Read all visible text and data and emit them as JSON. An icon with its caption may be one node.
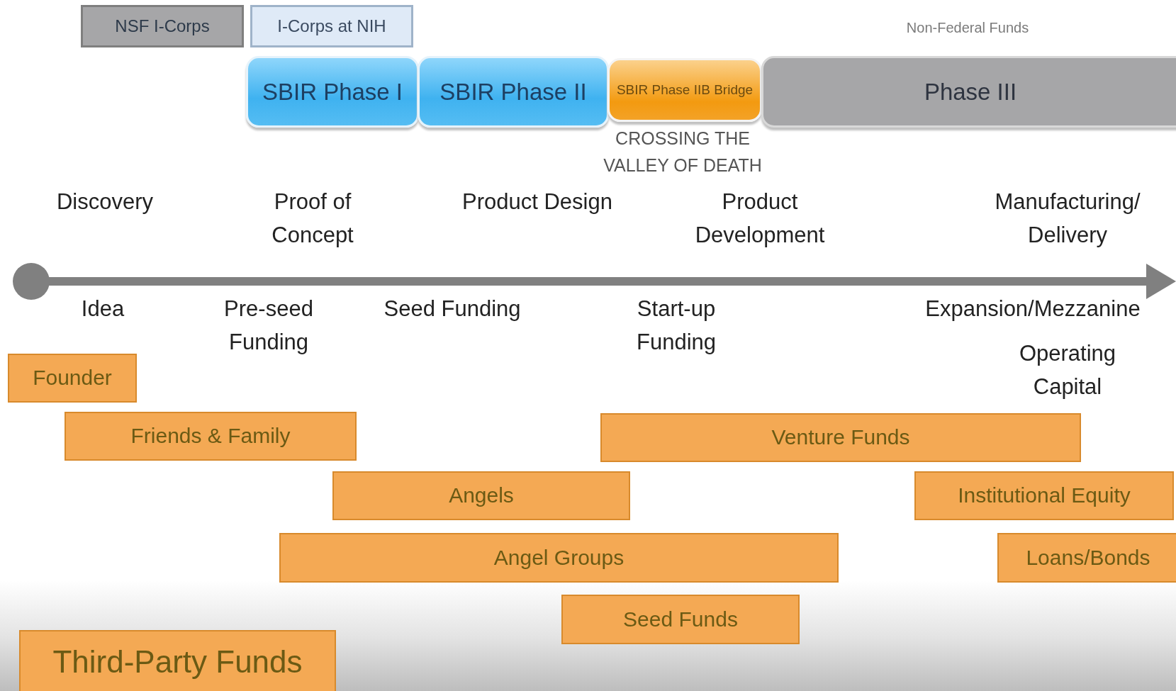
{
  "diagram": {
    "nodes": [
      {
        "text": [
          "NSF I-Corps"
        ]
      },
      {
        "text": [
          "I-Corps at NIH"
        ]
      },
      {
        "text": [
          "SBIR Phase I"
        ]
      },
      {
        "text": [
          "SBIR Phase II"
        ]
      },
      {
        "text": [
          "SBIR Phase IIB Bridge"
        ]
      },
      {
        "text": [
          "Phase III"
        ]
      },
      {
        "text": [
          "Founder"
        ]
      },
      {
        "text": [
          "Friends & Family"
        ]
      },
      {
        "text": [
          "Venture Funds"
        ]
      },
      {
        "text": [
          "Angels"
        ]
      },
      {
        "text": [
          "Institutional Equity"
        ]
      },
      {
        "text": [
          "Angel Groups"
        ]
      },
      {
        "text": [
          "Loans/Bonds"
        ]
      },
      {
        "text": [
          "Seed Funds"
        ]
      },
      {
        "text": [
          "Third-Party Funds"
        ]
      }
    ],
    "edges": [],
    "labels": [
      "Non-Federal Funds",
      "CROSSING THE VALLEY OF DEATH",
      "Discovery",
      "Proof of Concept",
      "Product Design",
      "Product Development",
      "Manufacturing/ Delivery",
      "Idea",
      "Pre-seed Funding",
      "Seed Funding",
      "Start-up Funding",
      "Expansion/Mezzanine",
      "Operating Capital"
    ]
  }
}
